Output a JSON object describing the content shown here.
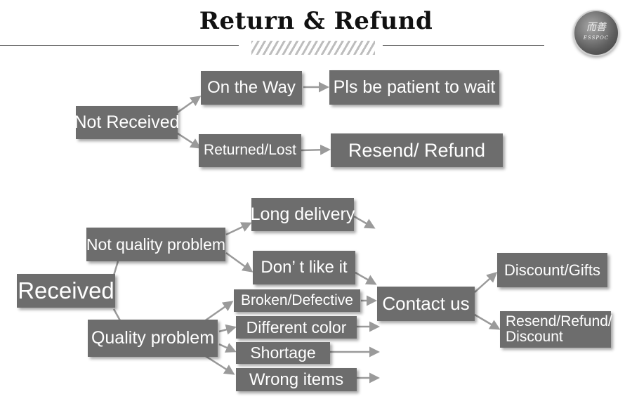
{
  "title": "Return & Refund",
  "logo": {
    "chinese": "而善",
    "latin": "ESSPOC"
  },
  "nodes": {
    "not_received": "Not Received",
    "on_the_way": "On the Way",
    "wait": "Pls be patient to wait",
    "returned_lost": "Returned/Lost",
    "resend_refund": "Resend/ Refund",
    "received": "Received",
    "not_quality_problem": "Not quality problem",
    "quality_problem": "Quality problem",
    "long_delivery": "Long delivery",
    "dont_like": "Don’ t like it",
    "broken": "Broken/Defective",
    "different_color": "Different color",
    "shortage": "Shortage",
    "wrong_items": "Wrong items",
    "contact_us": "Contact us",
    "discount_gifts": "Discount/Gifts",
    "resend_refund_discount_1": "Resend/Refund/",
    "resend_refund_discount_2": "Discount"
  },
  "colors": {
    "box": "#6d6d6d",
    "box_text": "#ffffff",
    "arrow": "#9a9a9a"
  }
}
